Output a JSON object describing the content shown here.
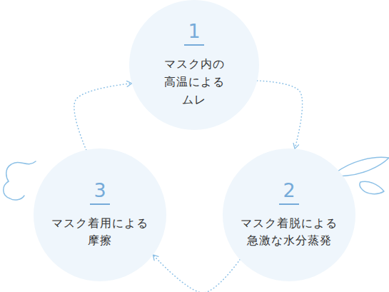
{
  "diagram": {
    "nodes": [
      {
        "text": [
          "1",
          "マスク内の 高温による ムレ"
        ]
      },
      {
        "text": [
          "2",
          "マスク着脱による 急激な水分蒸発"
        ]
      },
      {
        "text": [
          "3",
          "マスク着用による 摩擦"
        ]
      }
    ],
    "edges": [
      {
        "from": 0,
        "to": 1,
        "arrow": "to"
      },
      {
        "from": 1,
        "to": 2,
        "arrow": "to"
      },
      {
        "from": 2,
        "to": 0,
        "arrow": "to"
      }
    ]
  }
}
